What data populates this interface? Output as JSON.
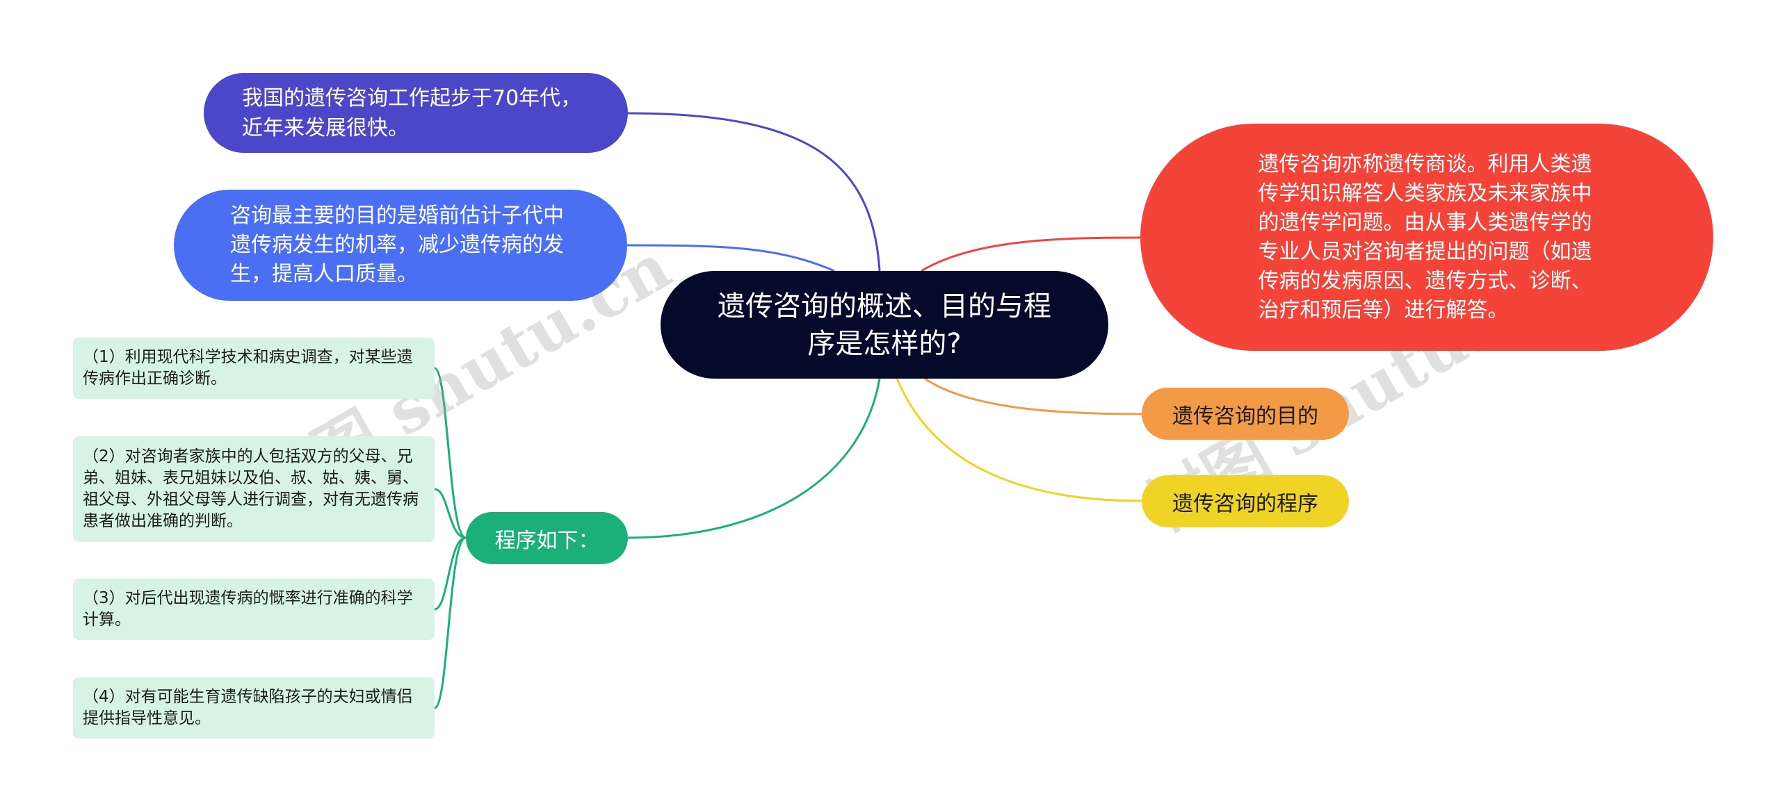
{
  "center": {
    "title": "遗传咨询的概述、目的与程序是怎样的?"
  },
  "left_branches": [
    {
      "text": "我国的遗传咨询工作起步于70年代，近年来发展很快。",
      "color": "#4c47c8"
    },
    {
      "text": "咨询最主要的目的是婚前估计子代中遗传病发生的机率，减少遗传病的发生，提高人口质量。",
      "color": "#4a6ff2"
    }
  ],
  "right_branches": [
    {
      "text": "遗传咨询亦称遗传商谈。利用人类遗传学知识解答人类家族及未来家族中的遗传学问题。由从事人类遗传学的专业人员对咨询者提出的问题（如遗传病的发病原因、遗传方式、诊断、治疗和预后等）进行解答。",
      "color": "#f4443a"
    },
    {
      "text": "遗传咨询的目的",
      "color": "#f29a46"
    },
    {
      "text": "遗传咨询的程序",
      "color": "#efd426"
    }
  ],
  "procedure": {
    "label": "程序如下：",
    "color": "#1bb07a",
    "steps": [
      "（1）利用现代科学技术和病史调查，对某些遗传病作出正确诊断。",
      "（2）对咨询者家族中的人包括双方的父母、兄弟、姐妹、表兄姐妹以及伯、叔、姑、姨、舅、祖父母、外祖父母等人进行调查，对有无遗传病患者做出准确的判断。",
      "（3）对后代出现遗传病的慨率进行准确的科学计算。",
      "（4）对有可能生育遗传缺陷孩子的夫妇或情侣提供指导性意见。"
    ]
  },
  "watermark": "树图 shutu.cn"
}
